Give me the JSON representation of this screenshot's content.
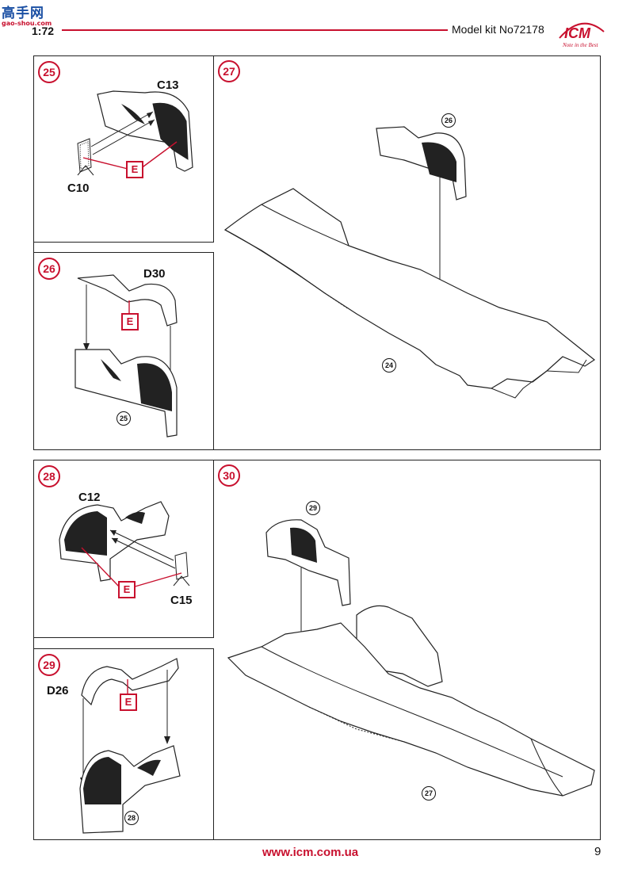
{
  "header": {
    "watermark_cn": "高手网",
    "watermark_url": "gao-shou.com",
    "scale": "1:72",
    "model_kit": "Model kit No72178",
    "brand": "ICM",
    "brand_tagline": "Note in the Best"
  },
  "steps": [
    {
      "number": "25",
      "parts": [
        "C13",
        "C10"
      ],
      "marker": "E"
    },
    {
      "number": "26",
      "parts": [
        "D30"
      ],
      "marker": "E",
      "ref": "25"
    },
    {
      "number": "27",
      "refs": [
        "26",
        "24"
      ]
    },
    {
      "number": "28",
      "parts": [
        "C12",
        "C15"
      ],
      "marker": "E"
    },
    {
      "number": "29",
      "parts": [
        "D26"
      ],
      "marker": "E",
      "ref": "28"
    },
    {
      "number": "30",
      "refs": [
        "29",
        "27"
      ]
    }
  ],
  "colors": {
    "accent": "#c8102e",
    "ink": "#111111"
  },
  "footer": {
    "url": "www.icm.com.ua",
    "page": "9"
  }
}
